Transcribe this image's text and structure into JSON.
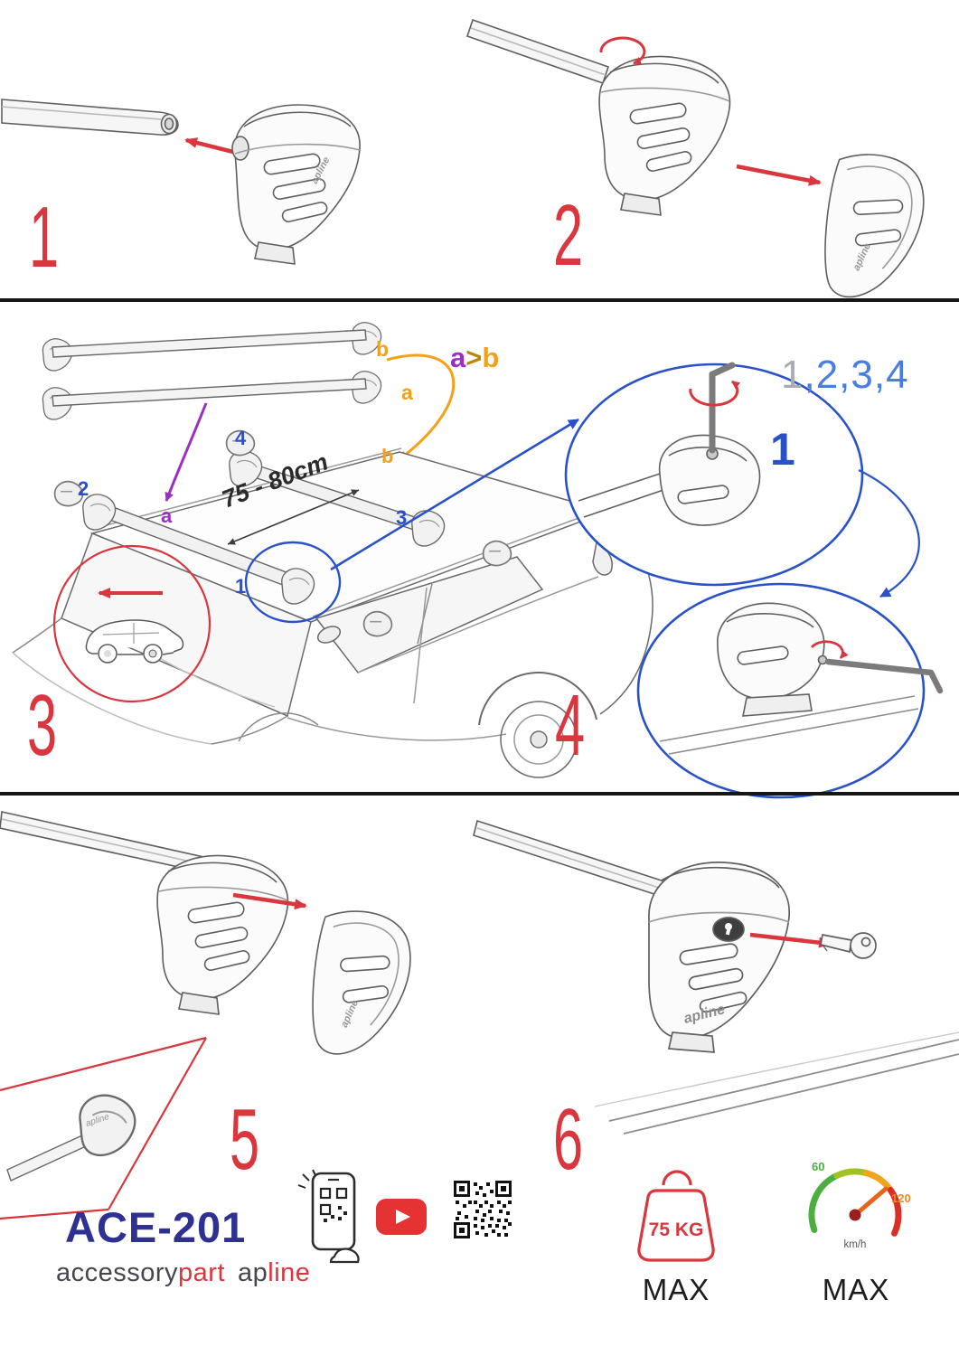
{
  "colors": {
    "red": "#d9363e",
    "blue": "#2a52c8",
    "seq_blue": "#4a7de0",
    "seq_gray": "#a9adb3",
    "purple": "#9a2fc3",
    "orange": "#f4a118",
    "navy": "#2e3192",
    "ink": "#46464e",
    "green": "#4cae3f",
    "speed_orange": "#f08c1b"
  },
  "steps": {
    "s1": "1",
    "s2": "2",
    "s3": "3",
    "s4": "4",
    "s5": "5",
    "s6": "6"
  },
  "step3": {
    "dimension": "75 - 80cm",
    "order_a": "a",
    "order_gt": ">",
    "order_b": "b",
    "bar_label_a": "a",
    "bar_label_b": "b",
    "roof_label_a": "a",
    "roof_label_b": "b",
    "pos_1": "1",
    "pos_2": "2",
    "pos_3": "3",
    "pos_4": "4"
  },
  "step4": {
    "seq_first": "1",
    "seq_rest": ",2,3,4",
    "detail_label": "1"
  },
  "branding": {
    "model": "ACE-201",
    "word1_dark": "accessory",
    "word1_red": "part",
    "word2_dark": "ap",
    "word2_red": "line",
    "foot_logo": "apline"
  },
  "limits": {
    "weight_value": "75 KG",
    "weight_max_label": "MAX",
    "speed_max_label": "MAX",
    "speed_unit": "km/h",
    "speed_low": "60",
    "speed_high": "120"
  },
  "icons": {
    "qr_phone": "qr-scan-phone-icon",
    "youtube": "youtube-icon",
    "qr_code": "qr-code-icon",
    "weight_limit": "weight-limit-icon",
    "speedometer": "speedometer-icon"
  }
}
